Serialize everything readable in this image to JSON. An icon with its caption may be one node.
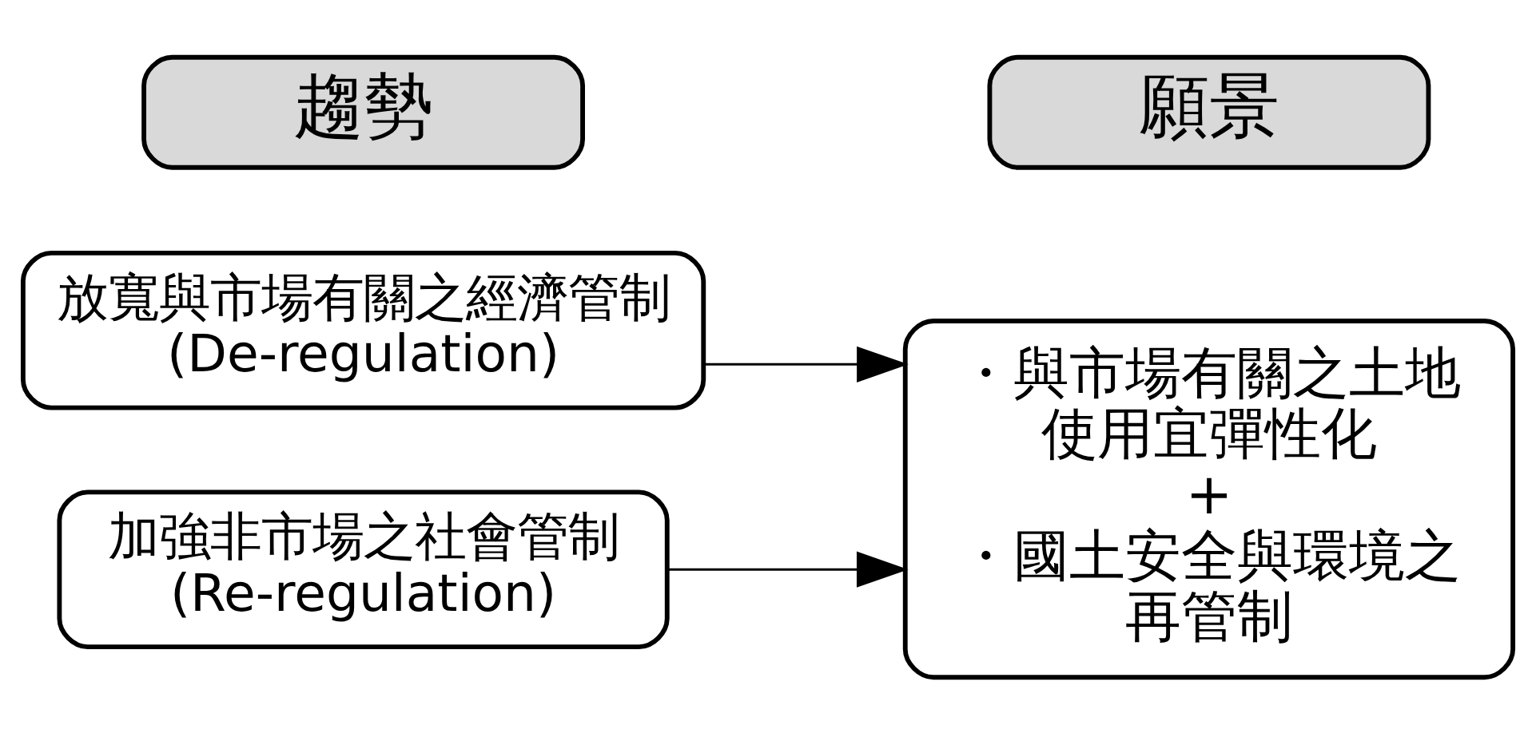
{
  "diagram": {
    "nodes": [
      {
        "text": [
          "趨勢"
        ]
      },
      {
        "text": [
          "願景"
        ]
      },
      {
        "text": [
          "放寬與市場有關之經濟管制(De-regulation)"
        ]
      },
      {
        "text": [
          "加強非市場之社會管制 (Re-regulation)"
        ]
      },
      {
        "text": [
          "・與市場有關之土地使用宜彈性化",
          "+",
          "・國土安全與環境之再管制"
        ]
      }
    ],
    "edges": [
      {
        "from": 2,
        "to": 4,
        "arrow": "to"
      },
      {
        "from": 3,
        "to": 4,
        "arrow": "to"
      }
    ]
  }
}
